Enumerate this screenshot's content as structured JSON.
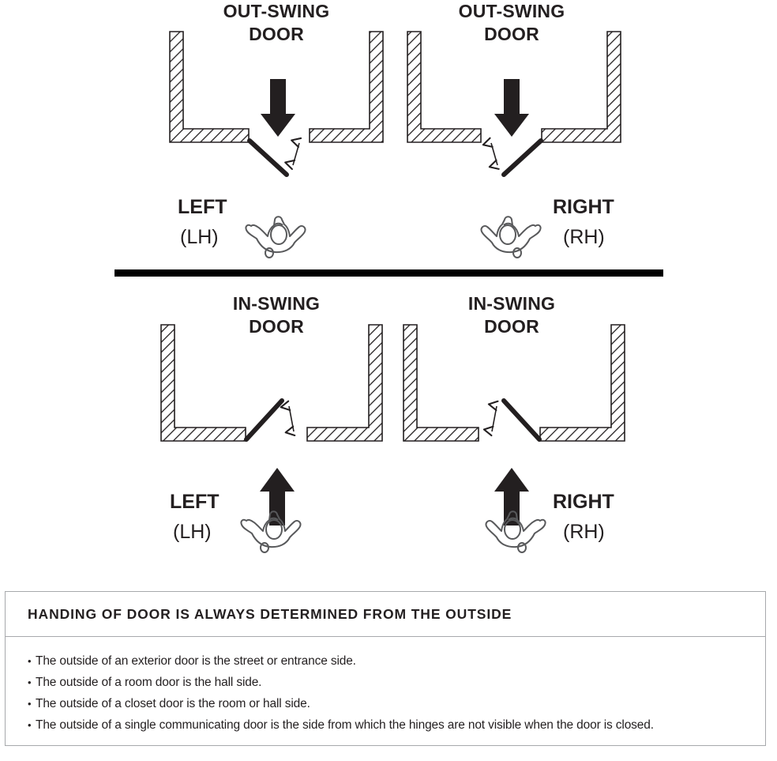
{
  "document": {
    "type": "door-handing-reference-diagram"
  },
  "panels": [
    {
      "id": "out-swing-left",
      "title_line1": "OUT-SWING",
      "title_line2": "DOOR",
      "hand_label": "LEFT",
      "hand_abbrev": "(LH)",
      "swing": "out",
      "hand": "left",
      "hinge_side": "left",
      "arrow_direction": "down",
      "icon": "left-hand-icon"
    },
    {
      "id": "out-swing-right",
      "title_line1": "OUT-SWING",
      "title_line2": "DOOR",
      "hand_label": "RIGHT",
      "hand_abbrev": "(RH)",
      "swing": "out",
      "hand": "right",
      "hinge_side": "right",
      "arrow_direction": "down",
      "icon": "right-hand-icon"
    },
    {
      "id": "in-swing-left",
      "title_line1": "IN-SWING",
      "title_line2": "DOOR",
      "hand_label": "LEFT",
      "hand_abbrev": "(LH)",
      "swing": "in",
      "hand": "left",
      "hinge_side": "left",
      "arrow_direction": "up",
      "icon": "left-hand-icon"
    },
    {
      "id": "in-swing-right",
      "title_line1": "IN-SWING",
      "title_line2": "DOOR",
      "hand_label": "RIGHT",
      "hand_abbrev": "(RH)",
      "swing": "in",
      "hand": "right",
      "hinge_side": "right",
      "arrow_direction": "up",
      "icon": "right-hand-icon"
    }
  ],
  "note": {
    "header": "HANDING OF DOOR IS ALWAYS DETERMINED FROM THE OUTSIDE",
    "bullet": "•",
    "items": [
      "The outside of an exterior door is the street or entrance side.",
      "The outside of a room door is the hall side.",
      "The outside of a closet door is the room or hall side.",
      "The outside of a single communicating door is the side from which the hinges are not visible when the door is closed."
    ]
  },
  "colors": {
    "ink": "#231f20",
    "wall_line": "#231f20",
    "box_border": "#a7a9ac",
    "background": "#ffffff",
    "divider": "#000000"
  }
}
